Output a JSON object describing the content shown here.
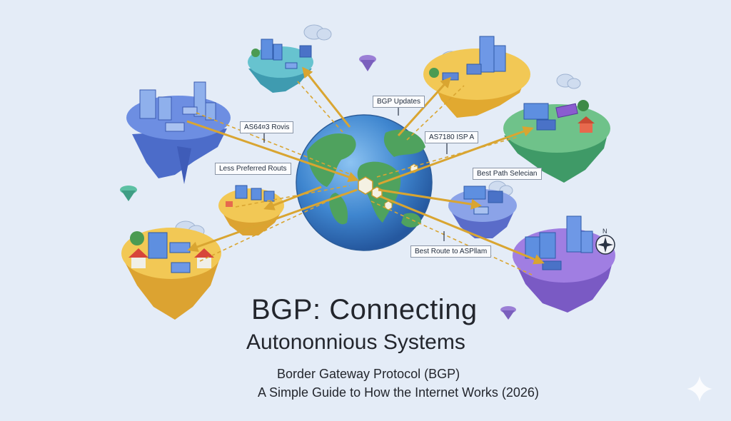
{
  "title": "BGP: Connecting",
  "title_line2": "Autononnious Systems",
  "subtitle": "Border Gateway Protocol (BGP)",
  "subtitle_line2": "A Simple Guide to How the Internet Works (2026)",
  "labels": {
    "bgp_updates": "BGP Updates",
    "as_routes": "AS64¤3 Rovis",
    "less_preferred": "Less Preferred Routs",
    "as_isp": "AS7180 ISP A",
    "best_path": "Best Path Selecian",
    "best_route": "Best Route to ASPllam"
  },
  "compass": "N",
  "colors": {
    "background": "#e4ecf7",
    "arrow": "#d9a531",
    "ocean": "#3f86cf",
    "land": "#4fa25e"
  }
}
